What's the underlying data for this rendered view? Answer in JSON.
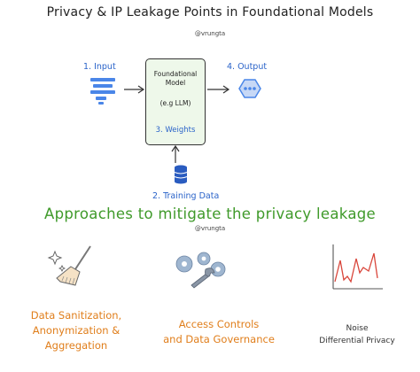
{
  "title": "Privacy & IP Leakage Points in Foundational Models",
  "handle_top": "@vrungta",
  "handle_mid": "@vrungta",
  "input_label": "1. Input",
  "box": {
    "line1": "Foundational",
    "line2": "Model",
    "line3": "(e.g LLM)",
    "weights": "3. Weights"
  },
  "output_label": "4. Output",
  "training_label": "2. Training Data",
  "heading": "Approaches to mitigate the privacy leakage",
  "approaches": [
    {
      "line1": "Data Sanitization,",
      "line2": "Anonymization &",
      "line3": "Aggregation",
      "icon": "broom-sparkle-icon"
    },
    {
      "line1": "Access Controls",
      "line2": "and Data Governance",
      "icon": "gears-wrench-icon"
    },
    {
      "line1": "Noise",
      "line2": "Differential Privacy",
      "icon": "noise-chart-icon"
    }
  ],
  "colors": {
    "blue": "#2a63c9",
    "green_heading": "#3f9a2a",
    "orange": "#e07e1b",
    "box_fill": "#eef8ea"
  }
}
